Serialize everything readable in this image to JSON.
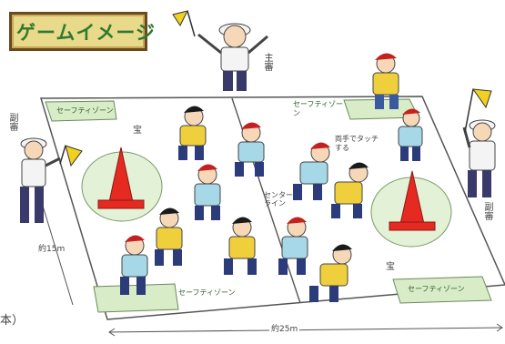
{
  "title": "ゲームイメージ",
  "labels": {
    "chief_referee": "主審",
    "vice_referee_left": "副審",
    "vice_referee_right": "副審",
    "safety_zone_top_left": "セーフティゾーン",
    "safety_zone_top_right": "セーフティゾーン",
    "safety_zone_bottom_left": "セーフティゾーン",
    "safety_zone_bottom_right": "セーフティゾーン",
    "treasure_left": "宝",
    "treasure_right": "宝",
    "center_line": "センターライン",
    "touch_note": "両手でタッチする",
    "width_dim": "約15m",
    "length_dim": "約25m",
    "cropped_edge": "本）"
  },
  "colors": {
    "field_fill": "#ffffff",
    "zone_fill": "#d9ecc8",
    "circle_fill": "#e3f1d6",
    "cone": "#e52a22",
    "title_green": "#2f7a2f",
    "title_bg": "#e9d98a"
  },
  "icons": [
    "flag-icon",
    "traffic-cone-icon",
    "referee-figure",
    "child-player-figure"
  ]
}
